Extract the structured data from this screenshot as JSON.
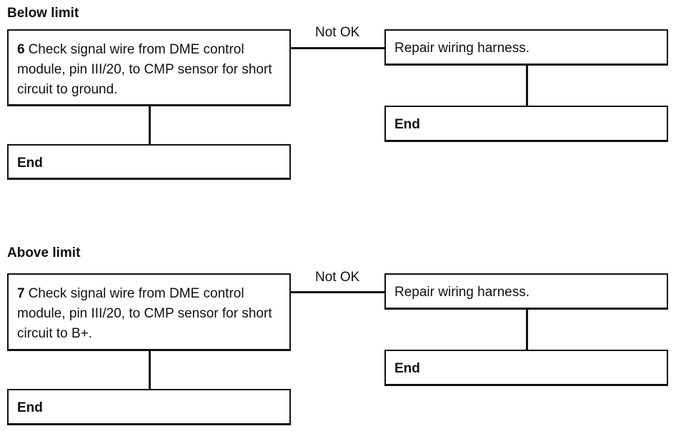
{
  "sections": [
    {
      "heading": "Below limit",
      "check": {
        "number": "6",
        "text": "Check signal wire from DME control module, pin III/20, to CMP sensor for short circuit to ground."
      },
      "check_end": "End",
      "edge_label": "Not OK",
      "action": "Repair wiring harness.",
      "action_end": "End"
    },
    {
      "heading": "Above limit",
      "check": {
        "number": "7",
        "text": "Check signal wire from DME control module, pin III/20, to CMP sensor for short circuit to B+."
      },
      "check_end": "End",
      "edge_label": "Not OK",
      "action": "Repair wiring harness.",
      "action_end": "End"
    }
  ]
}
